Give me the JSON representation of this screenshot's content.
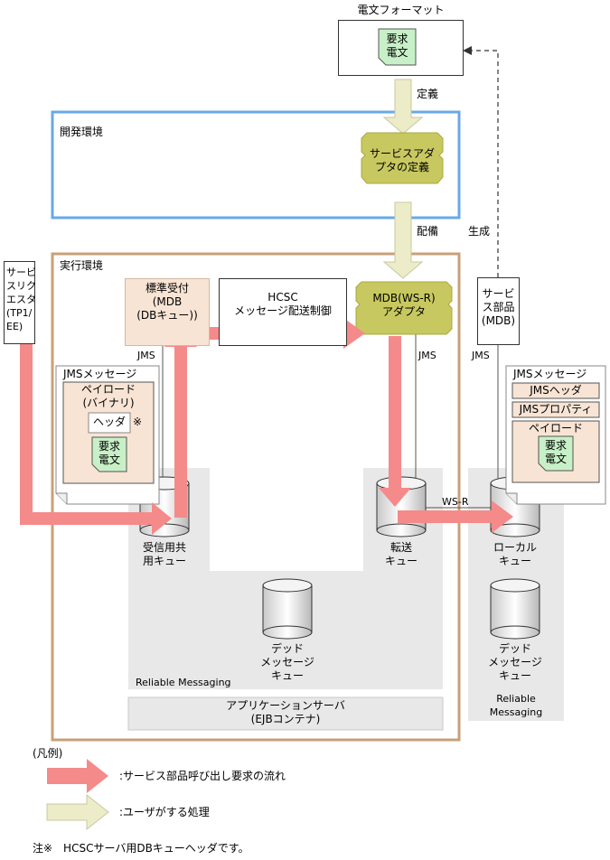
{
  "format_box": {
    "title": "電文フォーマット",
    "doc": "要求\n電文"
  },
  "label_teigi": "定義",
  "dev_env": {
    "title": "開発環境",
    "adapter_def": "サービスアダ\nプタの定義"
  },
  "label_haibi": "配備",
  "label_seisei": "生成",
  "client": {
    "label": "サービ\nスリク\nエスタ\n(TP1/\nEE)"
  },
  "run_env": {
    "title": "実行環境"
  },
  "std_recv": {
    "label": "標準受付\n(MDB\n(DBキュー))",
    "jms": "JMS"
  },
  "hcsc": {
    "label": "HCSC\nメッセージ配送制御"
  },
  "mdb_wsr": {
    "label": "MDB(WS-R)\nアダプタ",
    "jms": "JMS"
  },
  "service_part": {
    "label": "サービ\nス部品\n(MDB)",
    "jms": "JMS"
  },
  "jms_msg_left": {
    "title": "JMSメッセージ",
    "payload": "ペイロード\n(バイナリ)",
    "header": "ヘッダ",
    "note_mark": "※",
    "doc": "要求\n電文"
  },
  "jms_msg_right": {
    "title": "JMSメッセージ",
    "jms_header": "JMSヘッダ",
    "jms_prop": "JMSプロパティ",
    "payload": "ペイロード",
    "doc": "要求\n電文"
  },
  "queues": {
    "recv": "受信用共\n用キュー",
    "transfer": "転送\nキュー",
    "local": "ローカル\nキュー",
    "dead_left": "デッド\nメッセージ\nキュー",
    "dead_right": "デッド\nメッセージ\nキュー"
  },
  "wsr_label": "WS-R",
  "reliable_left": "Reliable Messaging",
  "reliable_right": "Reliable\nMessaging",
  "app_server": "アプリケーションサーバ\n(EJBコンテナ)",
  "legend": {
    "title": "(凡例)",
    "red": ":サービス部品呼び出し要求の流れ",
    "yellow": ":ユーザがする処理"
  },
  "note": "注※　HCSCサーバ用DBキューヘッダです。",
  "colors": {
    "red_arrow": "#f58a8a",
    "yellow_arrow": "#ececc8",
    "adapter": "#c8c860",
    "dev_border": "#6aa8e8",
    "run_border": "#c8a078",
    "gray_area": "#e8e8e8",
    "peach": "#f8e4d4",
    "doc_green": "#c8f0c8"
  }
}
